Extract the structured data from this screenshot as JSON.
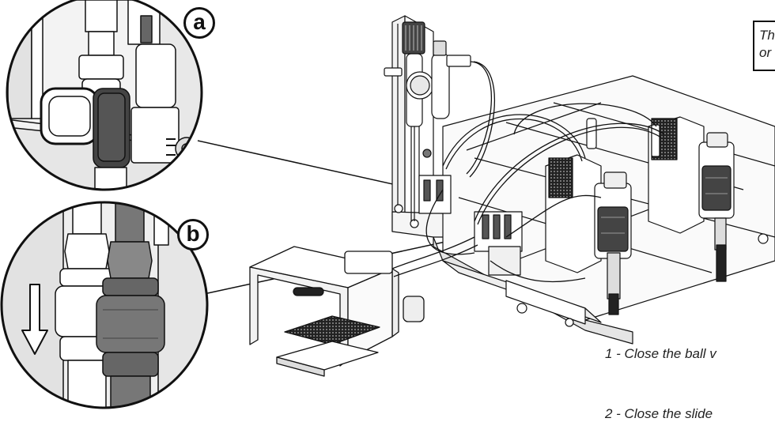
{
  "callouts": {
    "a": "a",
    "b": "b"
  },
  "note": {
    "line1": "Th",
    "line2": "or"
  },
  "steps": {
    "step1": "1 - Close the ball v",
    "step2": "2 - Close the slide"
  }
}
